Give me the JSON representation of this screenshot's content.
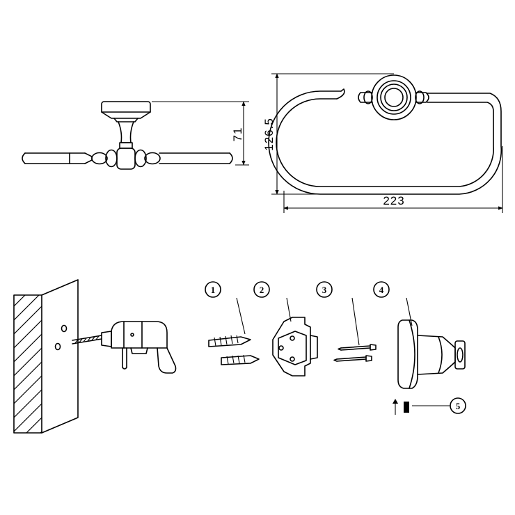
{
  "dimensions": {
    "height_side": "71",
    "height_front": "126.5",
    "width_front": "223"
  },
  "steps": [
    {
      "number": "1",
      "part": "wall plugs"
    },
    {
      "number": "2",
      "part": "mounting bracket"
    },
    {
      "number": "3",
      "part": "screws"
    },
    {
      "number": "4",
      "part": "wall flange"
    },
    {
      "number": "5",
      "part": "set screw"
    }
  ]
}
